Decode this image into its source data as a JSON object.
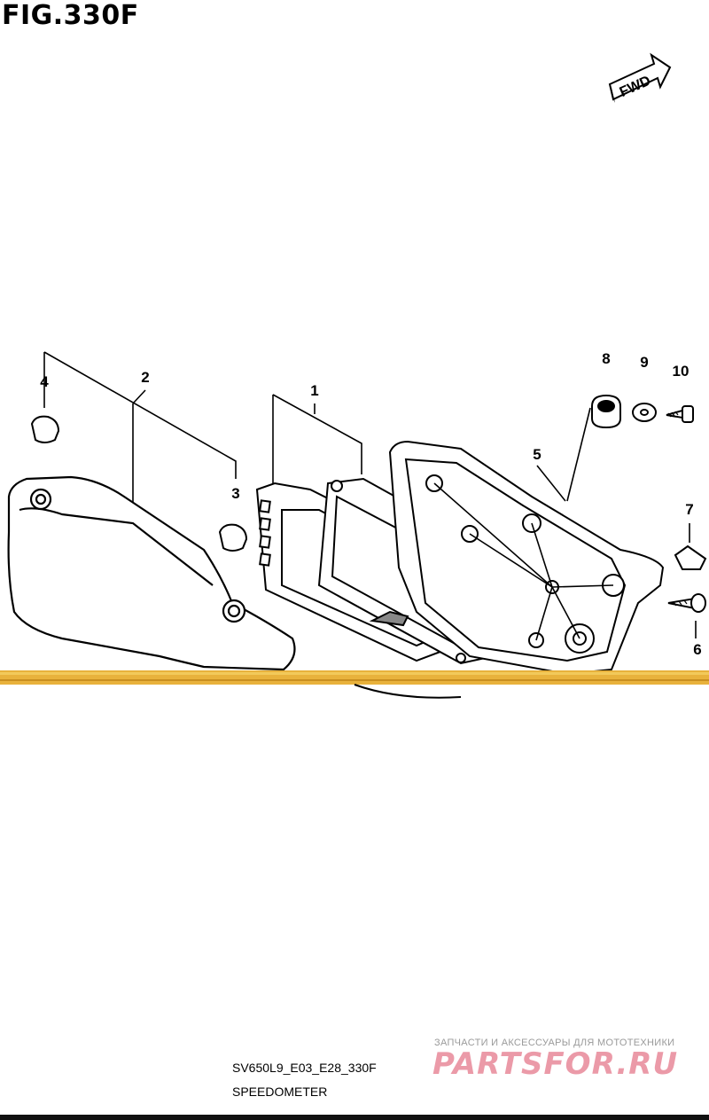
{
  "figure": {
    "title": "FIG.330F",
    "direction_label": "FWD"
  },
  "callouts": [
    {
      "id": "1",
      "label": "1"
    },
    {
      "id": "2",
      "label": "2"
    },
    {
      "id": "3",
      "label": "3"
    },
    {
      "id": "4",
      "label": "4"
    },
    {
      "id": "5",
      "label": "5"
    },
    {
      "id": "6",
      "label": "6"
    },
    {
      "id": "7",
      "label": "7"
    },
    {
      "id": "8",
      "label": "8"
    },
    {
      "id": "9",
      "label": "9"
    },
    {
      "id": "10",
      "label": "10"
    }
  ],
  "footer": {
    "code": "SV650L9_E03_E28_330F",
    "name": "SPEEDOMETER"
  },
  "watermark": {
    "text": "ЗАПЧАСТИ И АКСЕССУАРЫ ДЛЯ МОТОТЕХНИКИ",
    "logo": "PARTSFOR.RU"
  },
  "colors": {
    "line": "#000000",
    "band": "#e8b23c",
    "watermark_logo": "#e8899a"
  }
}
